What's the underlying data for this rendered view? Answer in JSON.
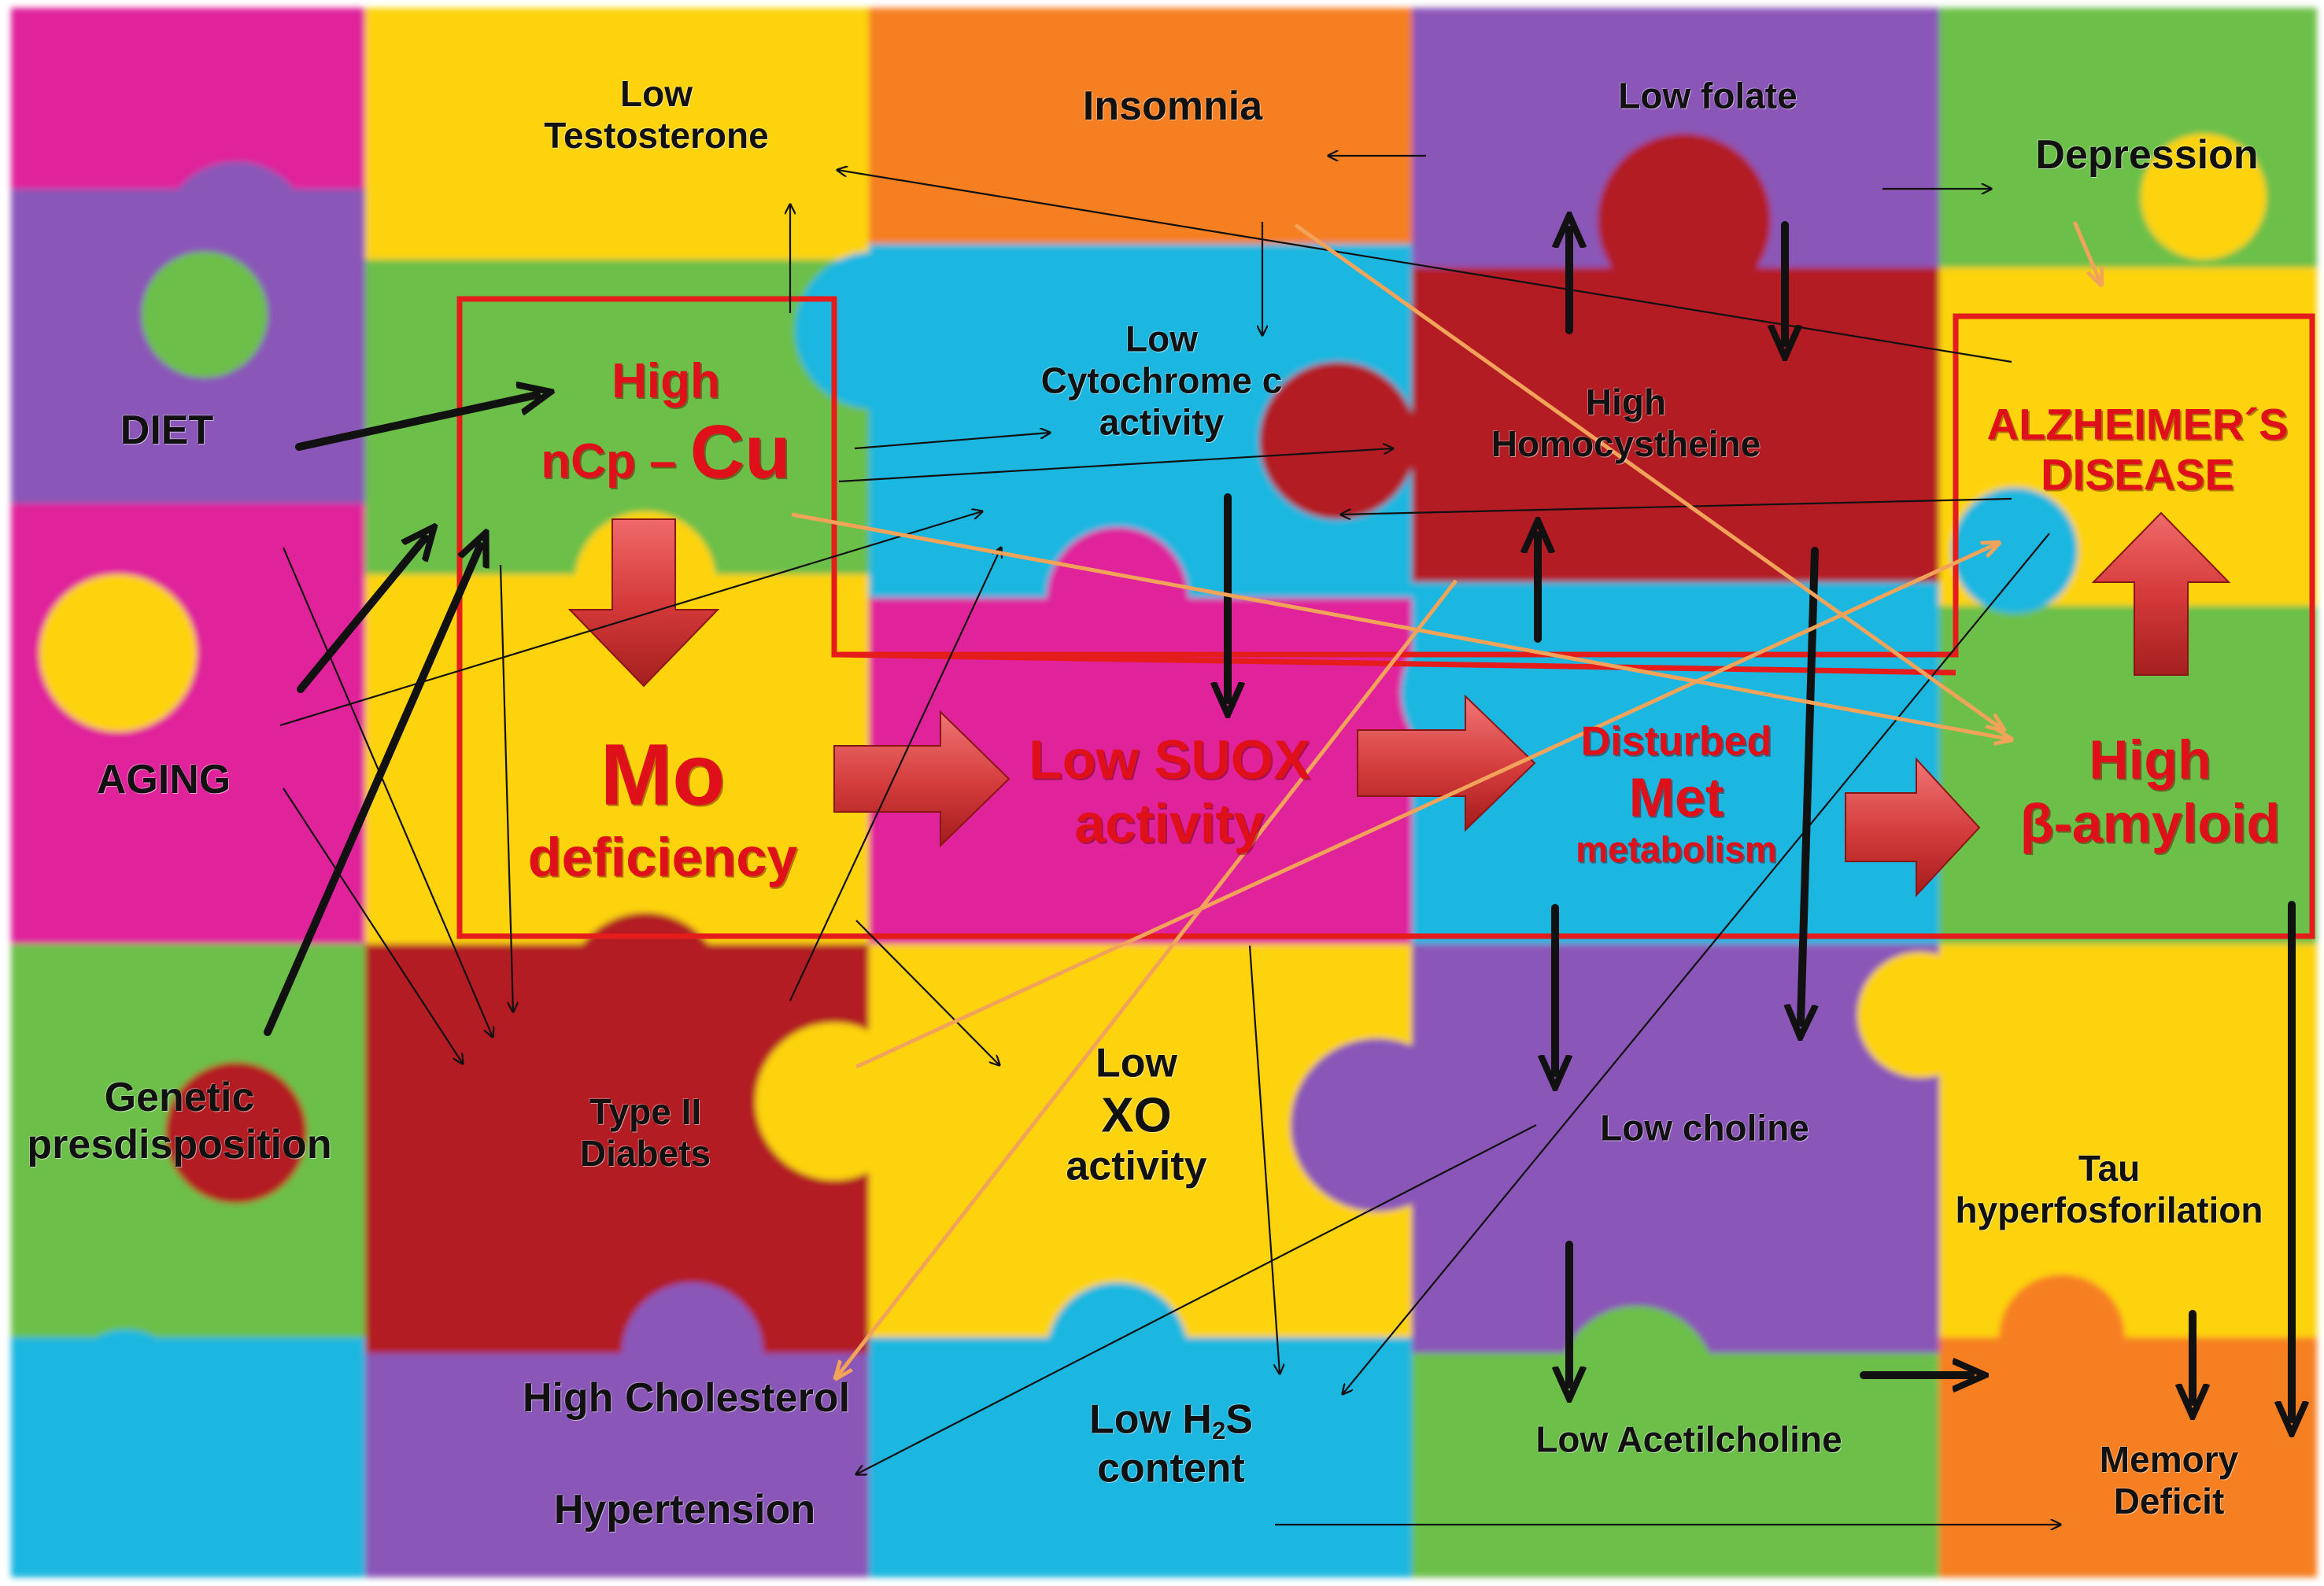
{
  "colors": {
    "magenta": "#e0239b",
    "yellow": "#fdd30f",
    "orange": "#f67f22",
    "purple": "#8a56b8",
    "green": "#6cc04a",
    "cyan": "#1fb7e0",
    "darkred": "#b21e23",
    "box_outline": "#e41c1c",
    "arrow_black": "#111111",
    "arrow_orange": "#f2a35a",
    "label_red": "#e0101a"
  },
  "labels": {
    "low_testosterone": {
      "l1": "Low",
      "l2": "Testosterone"
    },
    "insomnia": "Insomnia",
    "low_folate": "Low folate",
    "depression": "Depression",
    "diet": "DIET",
    "high_ncp_cu": {
      "l1": "High",
      "l2a": "nCp – ",
      "l2b": "Cu"
    },
    "low_cytochrome": {
      "l1": "Low",
      "l2": "Cytochrome c",
      "l3": "activity"
    },
    "high_homocysteine": {
      "l1": "High",
      "l2": "Homocystheine"
    },
    "alzheimers": {
      "l1": "ALZHEIMER´S",
      "l2": "DISEASE"
    },
    "aging": "AGING",
    "mo_deficiency": {
      "l1": "Mo",
      "l2": "deficiency"
    },
    "low_suox": {
      "l1": "Low SUOX",
      "l2": "activity"
    },
    "disturbed_met": {
      "l1": "Disturbed",
      "l2": "Met",
      "l3": "metabolism"
    },
    "high_beta_amyloid": {
      "l1": "High",
      "l2": "β-amyloid"
    },
    "genetic": {
      "l1": "Genetic",
      "l2": "presdisposition"
    },
    "type2_diabetes": {
      "l1": "Type II",
      "l2": "Diabets"
    },
    "low_xo": {
      "l1": "Low",
      "l2": "XO",
      "l3": "activity"
    },
    "low_choline": "Low choline",
    "tau": {
      "l1": "Tau",
      "l2": "hyperfosforilation"
    },
    "high_cholesterol": "High Cholesterol",
    "hypertension": "Hypertension",
    "low_h2s": {
      "l1a": "Low H",
      "l1sub": "2",
      "l1b": "S",
      "l2": "content"
    },
    "low_acetylcholine": "Low Acetilcholine",
    "memory_deficit": {
      "l1": "Memory",
      "l2": "Deficit"
    }
  }
}
